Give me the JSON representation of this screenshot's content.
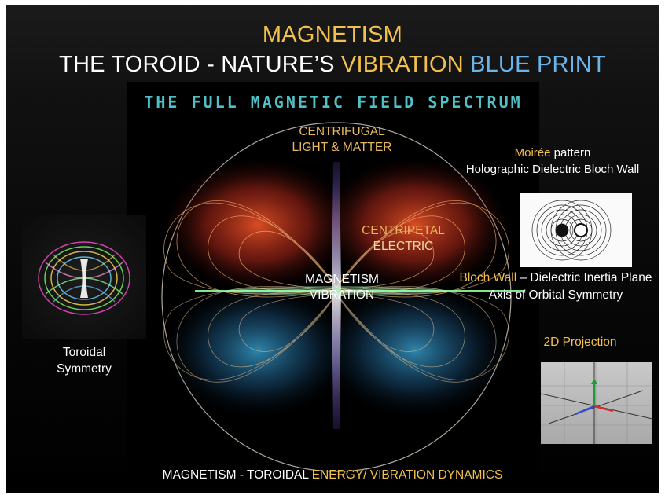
{
  "title": {
    "line1": "MAGNETISM",
    "line2_part1": "THE TOROID - NATURE’S ",
    "line2_part2": "VIBRATION",
    "line2_part3": " BLUE PRINT"
  },
  "spectrum_title": "THE FULL MAGNETIC FIELD SPECTRUM",
  "labels": {
    "centrifugal_l1": "CENTRIFUGAL",
    "centrifugal_l2": "LIGHT & MATTER",
    "centripetal_l1": "CENTRIPETAL",
    "centripetal_l2": "ELECTRIC",
    "magnetism_l1": "MAGNETISM",
    "magnetism_l2": "VIBRATION",
    "toroidal_l1": "Toroidal",
    "toroidal_l2": "Symmetry",
    "moiree_word": "Moirée",
    "moiree_rest": " pattern",
    "holographic": "Holographic Dielectric Bloch Wall",
    "bloch_word": "Bloch Wall",
    "bloch_rest": " – Dielectric Inertia Plane",
    "axis": "Axis of Orbital Symmetry",
    "projection": "2D Projection"
  },
  "footer": {
    "part1": "MAGNETISM - TOROIDAL ",
    "part2": "ENERGY/ VIBRATION DYNAMICS"
  },
  "colors": {
    "gold": "#f2c04c",
    "blue": "#6bb4ea",
    "teal": "#4fc1c6",
    "background": "#000000"
  }
}
